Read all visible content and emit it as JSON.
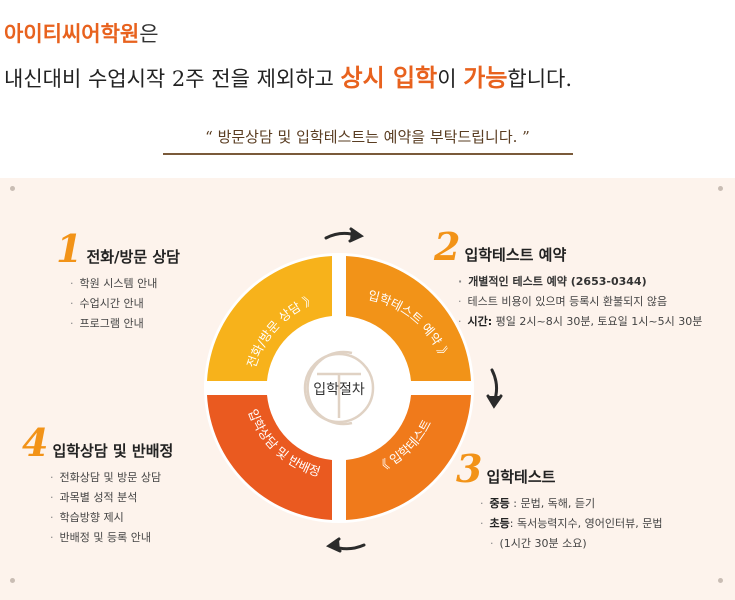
{
  "header": {
    "brand": "아이티씨어학원",
    "brand_suffix": "은",
    "line2_a": "내신대비 수업시작 2주 전을 제외하고 ",
    "line2_hl1": "상시 입학",
    "line2_b": "이 ",
    "line2_hl2": "가능",
    "line2_c": "합니다."
  },
  "notice": "“ 방문상담 및 입학테스트는 예약을 부탁드립니다. ”",
  "center_label": "입학절차",
  "ring_labels": [
    "전화/방문 상담 》",
    "입학테스트 예약 》",
    "《 입학테스트",
    "입학상담 및 반배정"
  ],
  "steps": [
    {
      "num": "1",
      "title": "전화/방문 상담",
      "items": [
        "학원 시스템 안내",
        "수업시간 안내",
        "프로그램 안내"
      ]
    },
    {
      "num": "2",
      "title": "입학테스트 예약",
      "items": [
        "개별적인 테스트 예약 (2653-0344)",
        "테스트 비용이 있으며 등록시 환불되지 않음"
      ],
      "time_label": "시간:",
      "time_value": " 평일 2시~8시 30분, 토요일 1시~5시 30분"
    },
    {
      "num": "3",
      "title": "입학테스트",
      "mid_label": "중등",
      "mid_value": " : 문법, 독해, 듣기",
      "ele_label": "초등",
      "ele_value": ": 독서능력지수, 영어인터뷰, 문법",
      "ele_note": "(1시간 30분 소요)"
    },
    {
      "num": "4",
      "title": "입학상담 및 반배정",
      "items": [
        "전화상담 및 방문 상담",
        "과목별 성적 분석",
        "학습방향 제시",
        "반배정 및 등록 안내"
      ]
    }
  ],
  "colors": {
    "orange": "#e8621e",
    "yellow": "#f7b21b",
    "amber": "#f29318",
    "deep": "#ea5a20",
    "panel": "#fdf3ec"
  }
}
